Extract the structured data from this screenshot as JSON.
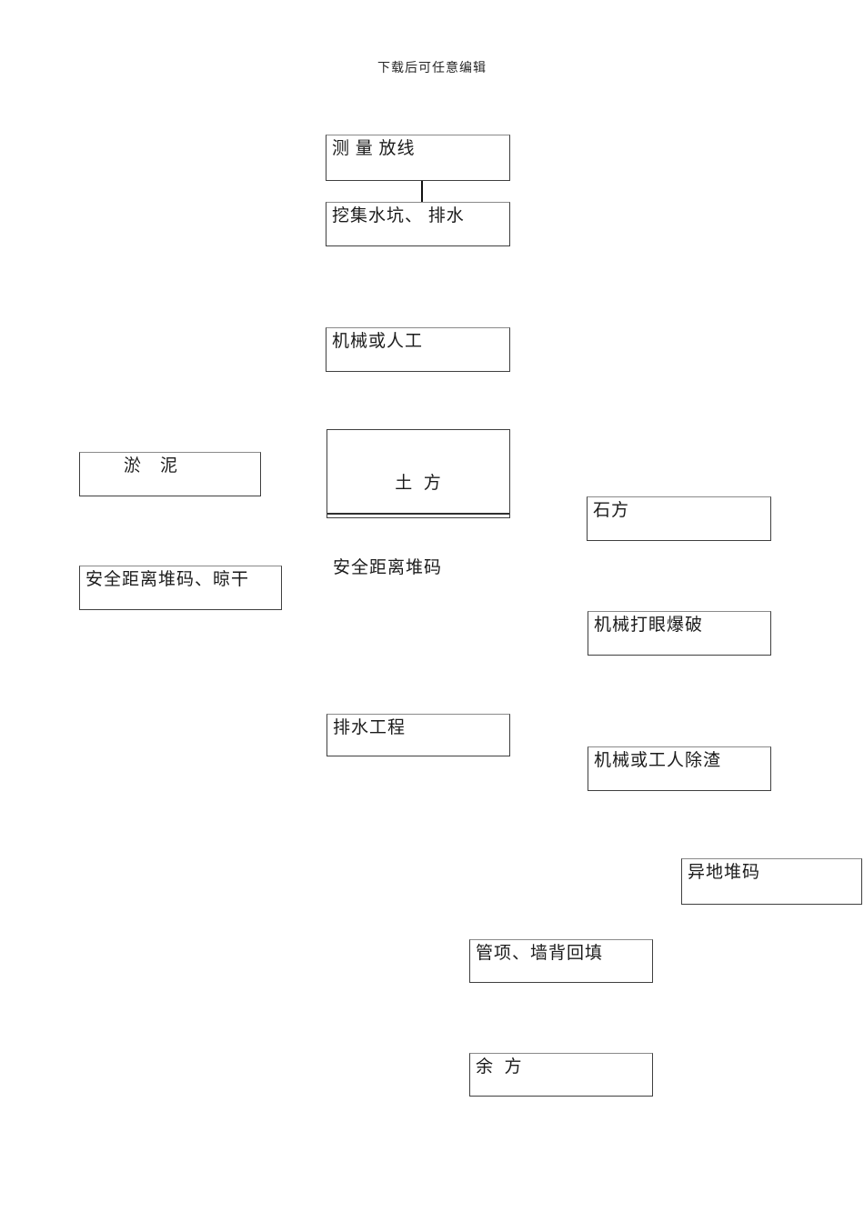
{
  "page": {
    "watermark": "下载后可任意编辑"
  },
  "flowchart": {
    "nodes": {
      "survey": {
        "label": "测 量 放线"
      },
      "dig_sump_drain": {
        "label": "挖集水坑、 排水"
      },
      "machine_or_manual": {
        "label": "机械或人工"
      },
      "earthwork": {
        "label": "土  方"
      },
      "safe_distance_stack": {
        "label": "安全距离堆码"
      },
      "silt": {
        "label": "淤　泥"
      },
      "rock": {
        "label": "石方"
      },
      "safe_stack_dry": {
        "label": "安全距离堆码、晾干"
      },
      "drill_blast": {
        "label": "机械打眼爆破"
      },
      "drainage_works": {
        "label": "排水工程"
      },
      "slag_removal": {
        "label": "机械或工人除渣"
      },
      "offsite_stack": {
        "label": "异地堆码"
      },
      "backfill": {
        "label": "管项、墙背回填"
      },
      "surplus": {
        "label": "余  方"
      }
    },
    "connector": {
      "type": "arrow-down",
      "from": "survey",
      "to": "dig_sump_drain"
    }
  }
}
